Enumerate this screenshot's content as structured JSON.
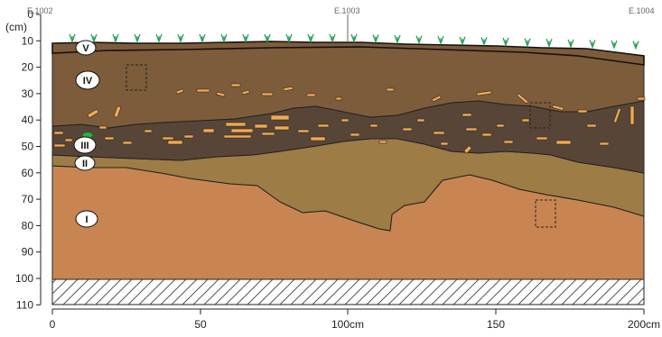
{
  "stations": [
    {
      "id": "station-e1002",
      "label": "E.1002"
    },
    {
      "id": "station-e1003",
      "label": "E.1003"
    },
    {
      "id": "station-e1004",
      "label": "E.1004"
    }
  ],
  "y_axis": {
    "unit_label": "(cm)",
    "ticks": [
      "0",
      "10",
      "20",
      "30",
      "40",
      "50",
      "60",
      "70",
      "80",
      "90",
      "100",
      "110"
    ]
  },
  "x_axis": {
    "ticks": [
      "0",
      "50",
      "100cm",
      "150",
      "200cm"
    ]
  },
  "layers": [
    {
      "id": "layer-v",
      "label": "V",
      "color": "#7d5c3b"
    },
    {
      "id": "layer-iv",
      "label": "IV",
      "color": "#7d5c3b"
    },
    {
      "id": "layer-iii",
      "label": "III",
      "color": "#574638"
    },
    {
      "id": "layer-ii",
      "label": "II",
      "color": "#9e7c46"
    },
    {
      "id": "layer-i",
      "label": "I",
      "color": "#c98551"
    }
  ],
  "colors": {
    "grass": "#2aa05a",
    "fragments": "#f0aa55",
    "hatch": "#555555",
    "marker": "#33aa44"
  }
}
